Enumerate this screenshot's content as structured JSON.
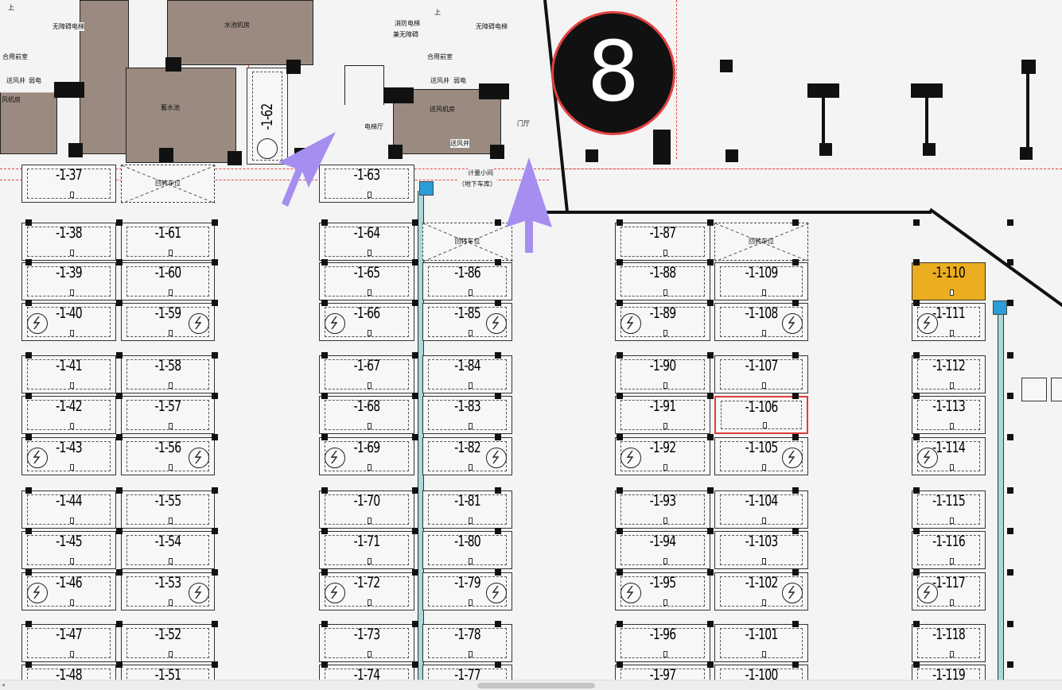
{
  "building_number": "8",
  "rooms": {
    "water_room": "水池机房",
    "storage_pool": "蓄水池",
    "elevator_hall": "电梯厅",
    "air_supply_room": "送风机房",
    "air_shaft": "送风井",
    "door_hall": "门厅",
    "meter_room": "计量小间",
    "meter_room_sub": "（地下车库）",
    "shared_room": "合用前室",
    "air_supply_small": "送风井",
    "weak_elec": "弱电",
    "barrier_free_elevator": "无障碍电梯",
    "fire_elevator": "消防电梯",
    "fire_elevator_sub": "兼无障碍",
    "air_machine_left": "风机房",
    "up_left": "上",
    "up_right": "上",
    "turnaround": "回转车位"
  },
  "slots": {
    "col1_left": [
      "-1-37",
      "-1-38",
      "-1-39",
      "-1-40",
      "-1-41",
      "-1-42",
      "-1-43",
      "-1-44",
      "-1-45",
      "-1-46",
      "-1-47",
      "-1-48"
    ],
    "col1_right": [
      "-1-61",
      "-1-60",
      "-1-59",
      "-1-58",
      "-1-57",
      "-1-56",
      "-1-55",
      "-1-54",
      "-1-53",
      "-1-52",
      "-1-51"
    ],
    "col2_left": [
      "-1-63",
      "-1-64",
      "-1-65",
      "-1-66",
      "-1-67",
      "-1-68",
      "-1-69",
      "-1-70",
      "-1-71",
      "-1-72",
      "-1-73",
      "-1-74"
    ],
    "col2_right": [
      "-1-86",
      "-1-85",
      "-1-84",
      "-1-83",
      "-1-82",
      "-1-81",
      "-1-80",
      "-1-79",
      "-1-78",
      "-1-77"
    ],
    "col3_left": [
      "-1-87",
      "-1-88",
      "-1-89",
      "-1-90",
      "-1-91",
      "-1-92",
      "-1-93",
      "-1-94",
      "-1-95",
      "-1-96",
      "-1-97"
    ],
    "col3_right": [
      "-1-109",
      "-1-108",
      "-1-107",
      "-1-106",
      "-1-105",
      "-1-104",
      "-1-103",
      "-1-102",
      "-1-101",
      "-1-100"
    ],
    "col4": [
      "-1-110",
      "-1-111",
      "-1-112",
      "-1-113",
      "-1-114",
      "-1-115",
      "-1-116",
      "-1-117",
      "-1-118",
      "-1-119"
    ],
    "vertical_slot": "-1-62"
  },
  "colors": {
    "room_fill": "#9a8a80",
    "highlight": "#e23b3b",
    "selected_slot": "#eaae20",
    "arrow": "#a58ef0",
    "pipe": "#a9d8d8",
    "marker_blue": "#2a9ed8"
  }
}
